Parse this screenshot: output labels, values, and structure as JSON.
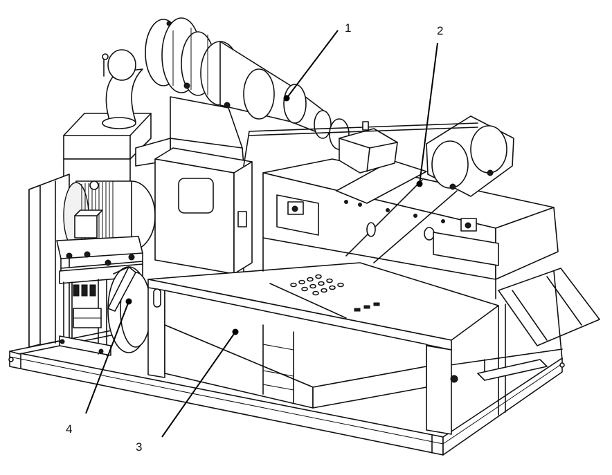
{
  "callouts": [
    {
      "id": "1",
      "label": "1"
    },
    {
      "id": "2",
      "label": "2"
    },
    {
      "id": "3",
      "label": "3"
    },
    {
      "id": "4",
      "label": "4"
    }
  ],
  "colors": {
    "line": "#111111",
    "background": "#ffffff",
    "shade": "#1a1a1a"
  }
}
